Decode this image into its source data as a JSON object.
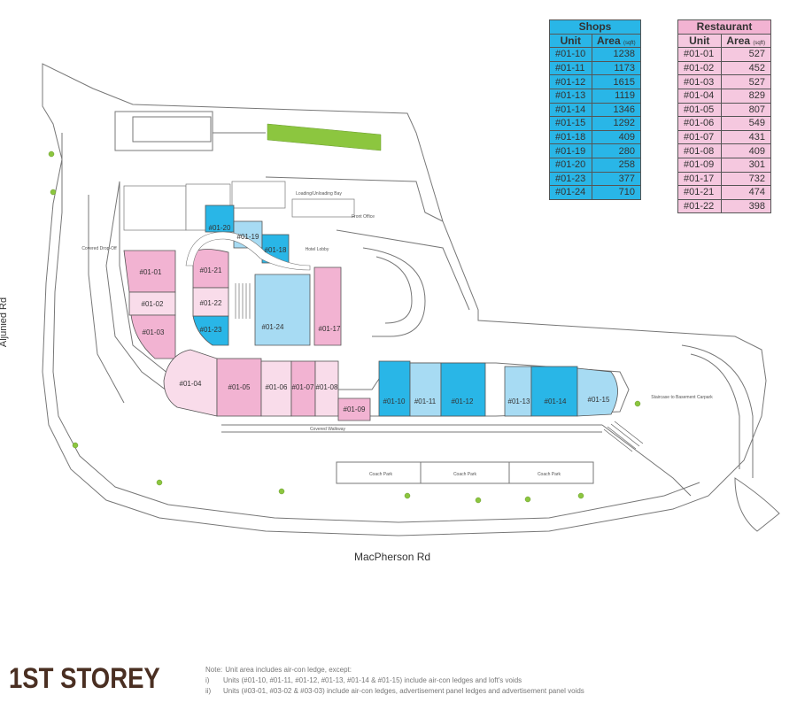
{
  "shops": {
    "title": "Shops",
    "col_unit": "Unit",
    "col_area": "Area",
    "col_area_unit": "(sqft)",
    "rows": [
      {
        "unit": "#01-10",
        "area": "1238"
      },
      {
        "unit": "#01-11",
        "area": "1173"
      },
      {
        "unit": "#01-12",
        "area": "1615"
      },
      {
        "unit": "#01-13",
        "area": "1119"
      },
      {
        "unit": "#01-14",
        "area": "1346"
      },
      {
        "unit": "#01-15",
        "area": "1292"
      },
      {
        "unit": "#01-18",
        "area": "409"
      },
      {
        "unit": "#01-19",
        "area": "280"
      },
      {
        "unit": "#01-20",
        "area": "258"
      },
      {
        "unit": "#01-23",
        "area": "377"
      },
      {
        "unit": "#01-24",
        "area": "710"
      }
    ]
  },
  "restaurant": {
    "title": "Restaurant",
    "col_unit": "Unit",
    "col_area": "Area",
    "col_area_unit": "(sqft)",
    "rows": [
      {
        "unit": "#01-01",
        "area": "527"
      },
      {
        "unit": "#01-02",
        "area": "452"
      },
      {
        "unit": "#01-03",
        "area": "527"
      },
      {
        "unit": "#01-04",
        "area": "829"
      },
      {
        "unit": "#01-05",
        "area": "807"
      },
      {
        "unit": "#01-06",
        "area": "549"
      },
      {
        "unit": "#01-07",
        "area": "431"
      },
      {
        "unit": "#01-08",
        "area": "409"
      },
      {
        "unit": "#01-09",
        "area": "301"
      },
      {
        "unit": "#01-17",
        "area": "732"
      },
      {
        "unit": "#01-21",
        "area": "474"
      },
      {
        "unit": "#01-22",
        "area": "398"
      }
    ]
  },
  "roads": {
    "aljunied": "Aljunied Rd",
    "macpherson": "MacPherson Rd"
  },
  "plan_labels": {
    "u0101": "#01-01",
    "u0102": "#01-02",
    "u0103": "#01-03",
    "u0104": "#01-04",
    "u0105": "#01-05",
    "u0106": "#01-06",
    "u0107": "#01-07",
    "u0108": "#01-08",
    "u0109": "#01-09",
    "u0110": "#01-10",
    "u0111": "#01-11",
    "u0112": "#01-12",
    "u0113": "#01-13",
    "u0114": "#01-14",
    "u0115": "#01-15",
    "u0117": "#01-17",
    "u0118": "#01-18",
    "u0119": "#01-19",
    "u0120": "#01-20",
    "u0121": "#01-21",
    "u0122": "#01-22",
    "u0123": "#01-23",
    "u0124": "#01-24",
    "covered_walkway": "Covered Walkway",
    "coach_park": "Coach Park",
    "loading_bay": "Loading/Unloading Bay",
    "hotel_lobby": "Hotel Lobby",
    "front_office": "Front Office",
    "drop_off": "Covered Drop-Off",
    "staircase": "Staircase to Basement Carpark"
  },
  "colors": {
    "shop_blue": "#29b6e7",
    "shop_light_blue": "#a7dbf3",
    "rest_pink": "#f2b3d2",
    "rest_light_pink": "#f9dcea",
    "green_strip": "#8cc63f"
  },
  "footer": {
    "storey_title": "1ST STOREY",
    "note_label": "Note:",
    "note_main": "Unit area includes air-con ledge, except:",
    "note_i_label": "i)",
    "note_i": "Units (#01-10, #01-11, #01-12, #01-13, #01-14 & #01-15) include air-con ledges and loft's voids",
    "note_ii_label": "ii)",
    "note_ii": "Units (#03-01, #03-02 & #03-03) include air-con ledges, advertisement panel ledges and advertisement panel voids"
  }
}
